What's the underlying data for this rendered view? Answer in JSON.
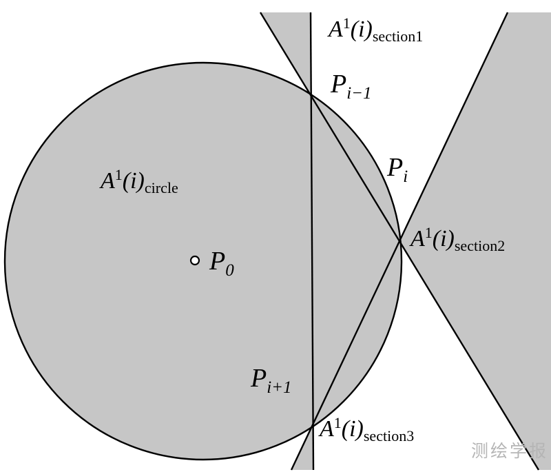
{
  "figure": {
    "background": "#ffffff",
    "region_fill": "#c6c6c6",
    "line_color": "#000000",
    "marker_fill": "#ffffff",
    "watermark_color": "#b5b5b5"
  },
  "labels": {
    "section1": {
      "base": "A",
      "sup": "1",
      "arg": "(i)",
      "sub": "section1"
    },
    "circle": {
      "base": "A",
      "sup": "1",
      "arg": "(i)",
      "sub": "circle"
    },
    "section2": {
      "base": "A",
      "sup": "1",
      "arg": "(i)",
      "sub": "section2"
    },
    "section3": {
      "base": "A",
      "sup": "1",
      "arg": "(i)",
      "sub": "section3"
    },
    "p_prev": {
      "base": "P",
      "sub": "i−1"
    },
    "p_i": {
      "base": "P",
      "sub": "i"
    },
    "p_next": {
      "base": "P",
      "sub": "i+1"
    },
    "p_zero": {
      "base": "P",
      "sub": "0"
    }
  },
  "watermark": {
    "text": "测绘学报"
  }
}
